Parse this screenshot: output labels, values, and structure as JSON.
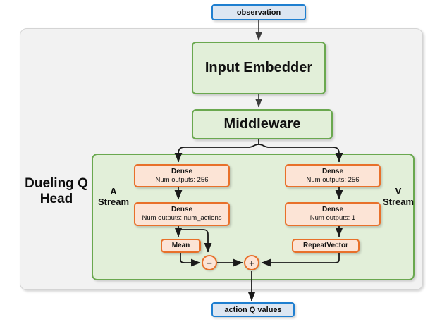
{
  "diagram": {
    "title": "Dueling Q Head network architecture",
    "outer_container": {
      "name": "network-container"
    },
    "inner_container": {
      "name": "dueling-q-head-container"
    }
  },
  "io": {
    "input_label": "observation",
    "output_label": "action Q values"
  },
  "backbone": {
    "input_embedder": "Input Embedder",
    "middleware": "Middleware"
  },
  "labels": {
    "head_line1": "Dueling Q",
    "head_line2": "Head",
    "a_stream_line1": "A",
    "a_stream_line2": "Stream",
    "v_stream_line1": "V",
    "v_stream_line2": "Stream"
  },
  "a_stream": {
    "dense1_title": "Dense",
    "dense1_sub": "Num outputs: 256",
    "dense2_title": "Dense",
    "dense2_sub": "Num outputs: num_actions",
    "mean_label": "Mean"
  },
  "v_stream": {
    "dense1_title": "Dense",
    "dense1_sub": "Num outputs: 256",
    "dense2_title": "Dense",
    "dense2_sub": "Num outputs: 1",
    "repeat_label": "RepeatVector"
  },
  "operators": {
    "subtract": "−",
    "add": "+"
  },
  "colors": {
    "blue_fill": "#dce6f2",
    "blue_stroke": "#1f7fd0",
    "green_fill": "#e2efd9",
    "green_stroke": "#6aa84f",
    "orange_fill": "#fce4d6",
    "orange_stroke": "#e8702a",
    "outer_fill": "#f2f2f2",
    "outer_stroke": "#d4d4d4",
    "edge": "#1a1a1a"
  }
}
